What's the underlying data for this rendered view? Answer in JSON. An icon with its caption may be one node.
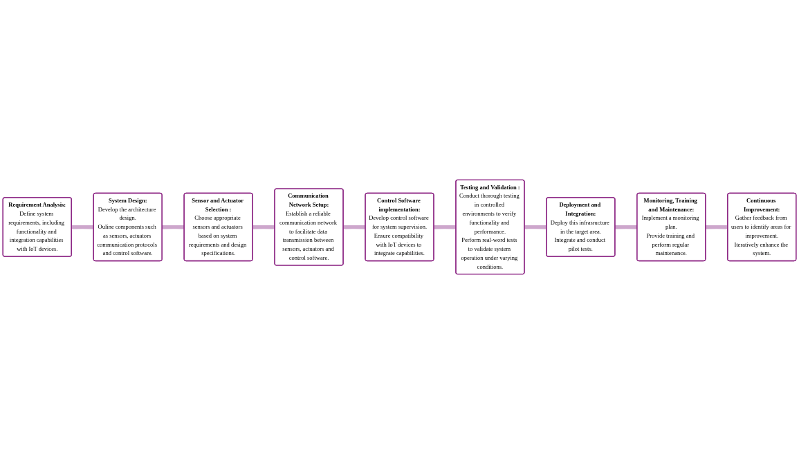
{
  "diagram": {
    "nodes": [
      {
        "text": [
          "Requirement Analysis:",
          "Define system requirements, including functionality and integration capabilities with IoT devices."
        ]
      },
      {
        "text": [
          "System Design:",
          "Develop the architecture design.",
          "Ouline components such as sensors, actuators communication protocols and control software."
        ]
      },
      {
        "text": [
          "Sensor and Actuator Selection :",
          "Choose appropriate sensors and actuators based on system requirements and design specifications."
        ]
      },
      {
        "text": [
          "Communication Network Setup:",
          "Establish a reliable communication network to facilitate data transmission between sensors, actuators and control software."
        ]
      },
      {
        "text": [
          "Control Software implementation:",
          "Develop control software for system supervision.",
          "Ensure compatibility with IoT devices to integrate capabilities."
        ]
      },
      {
        "text": [
          "Testing and Validation :",
          "Conduct thorough testing in controlled environments to verify functionality and performance.",
          "Perform real-word tests to validate system operation under varying conditions."
        ]
      },
      {
        "text": [
          "Deployment and Integration:",
          "Deploy this infrasructure in the target area.",
          "Integrate and conduct pilot tests."
        ]
      },
      {
        "text": [
          "Monitoring, Training and Maintenance:",
          "Implement a monitoring plan.",
          "Provide training and perform regular maintenance."
        ]
      },
      {
        "text": [
          "Continuous Improvement:",
          "Gather feedback from users to identify areas for improvement.",
          "Iteratively enhance the system."
        ]
      }
    ],
    "edges": [
      {
        "from": 0,
        "to": 1,
        "arrow": "none"
      },
      {
        "from": 1,
        "to": 2,
        "arrow": "none"
      },
      {
        "from": 2,
        "to": 3,
        "arrow": "none"
      },
      {
        "from": 3,
        "to": 4,
        "arrow": "none"
      },
      {
        "from": 4,
        "to": 5,
        "arrow": "none"
      },
      {
        "from": 5,
        "to": 6,
        "arrow": "none"
      },
      {
        "from": 6,
        "to": 7,
        "arrow": "none"
      },
      {
        "from": 7,
        "to": 8,
        "arrow": "none"
      }
    ]
  }
}
